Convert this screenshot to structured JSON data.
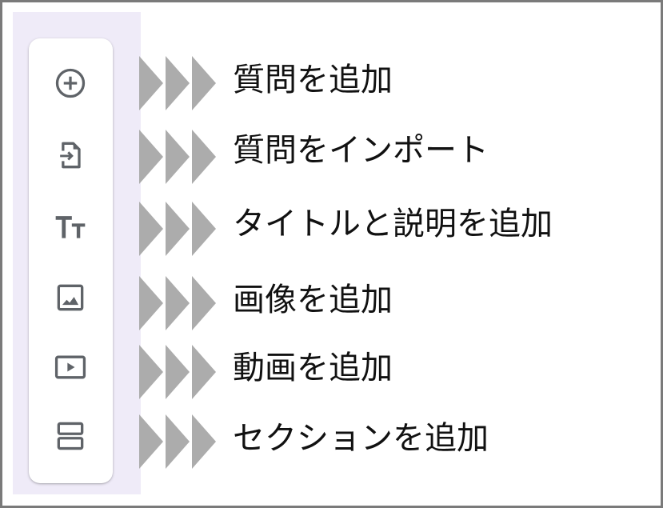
{
  "items": [
    {
      "icon": "add-circle-icon",
      "label": "質問を追加"
    },
    {
      "icon": "import-file-icon",
      "label": "質問をインポート"
    },
    {
      "icon": "title-text-icon",
      "label": "タイトルと説明を追加"
    },
    {
      "icon": "image-icon",
      "label": "画像を追加"
    },
    {
      "icon": "video-icon",
      "label": "動画を追加"
    },
    {
      "icon": "section-icon",
      "label": "セクションを追加"
    }
  ],
  "colors": {
    "icon": "#5f6368",
    "arrow": "#acacac",
    "panel": "#efebf8",
    "border": "#7a7a7a"
  }
}
